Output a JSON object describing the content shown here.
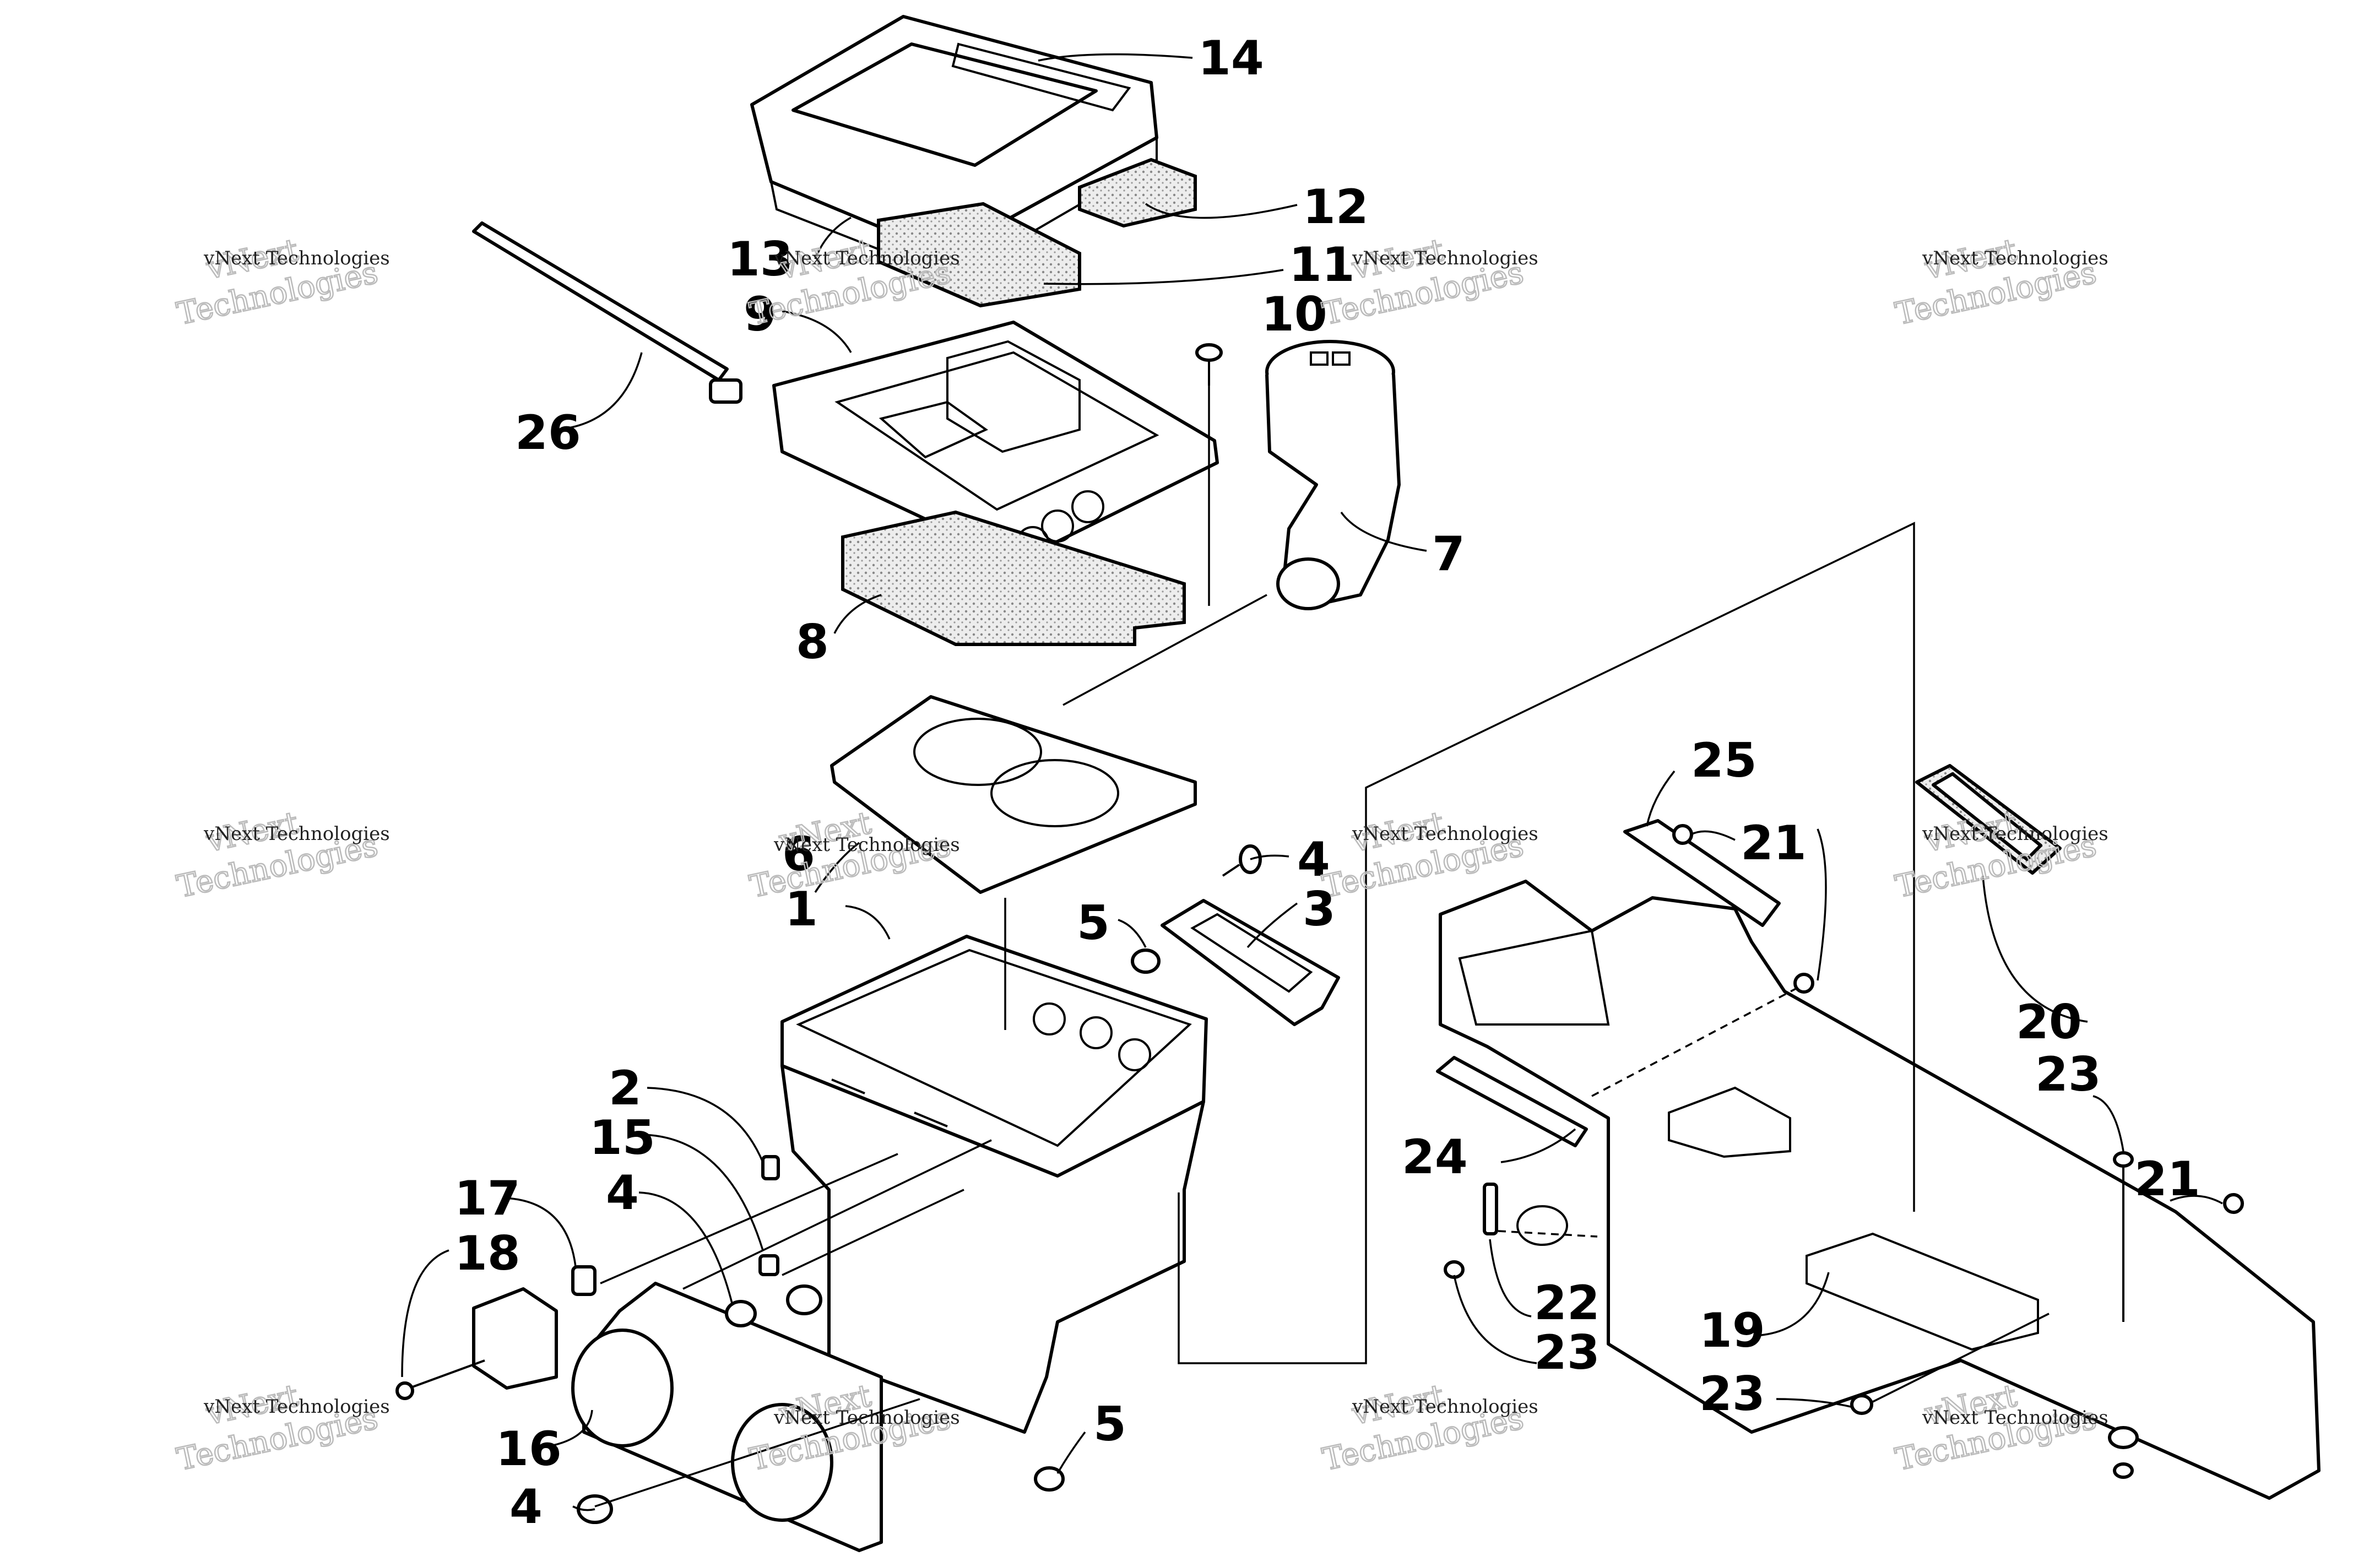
{
  "watermark": {
    "small": "vNext Technologies",
    "big_line1": "vNext",
    "big_line2": "Technologies"
  },
  "callouts": [
    "14",
    "12",
    "13",
    "11",
    "9",
    "10",
    "26",
    "7",
    "8",
    "6",
    "4",
    "1",
    "5",
    "3",
    "2",
    "15",
    "17",
    "18",
    "16",
    "5",
    "4",
    "4",
    "25",
    "21",
    "20",
    "23",
    "21",
    "24",
    "22",
    "23",
    "19",
    "23"
  ]
}
